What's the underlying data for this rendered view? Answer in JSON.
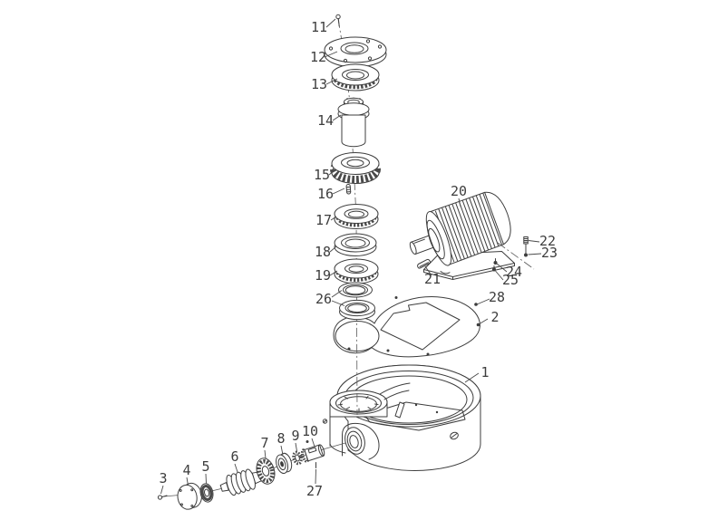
{
  "diagram": {
    "kind": "exploded-parts-diagram",
    "colors": {
      "background": "#ffffff",
      "line": "#3d3d3d"
    },
    "part_labels": [
      "1",
      "2",
      "3",
      "4",
      "5",
      "6",
      "7",
      "8",
      "9",
      "10",
      "11",
      "12",
      "13",
      "14",
      "15",
      "16",
      "17",
      "18",
      "19",
      "20",
      "21",
      "22",
      "23",
      "24",
      "25",
      "26",
      "27",
      "28"
    ]
  }
}
